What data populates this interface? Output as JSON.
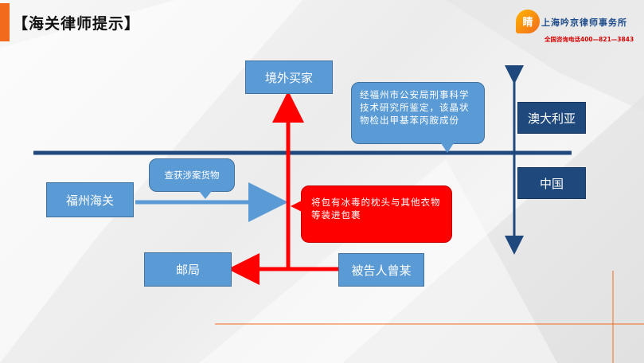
{
  "header": {
    "title": "【海关律师提示】"
  },
  "logo": {
    "mark_text": "睛",
    "firm_name": "上海吟京律师事务所",
    "phone": "全国咨询电话400—821—3843"
  },
  "diagram": {
    "foreign_buyer": "境外买家",
    "fuzhou_customs": "福州海关",
    "post_office": "邮局",
    "defendant": "被告人曾某",
    "australia": "澳大利亚",
    "china": "中国",
    "callout_seized": "查获涉案货物",
    "callout_lab": "经福州市公安局刑事科学技术研究所鉴定，该晶状物检出甲基苯丙胺成份",
    "callout_package": "将包有冰毒的枕头与其他衣物等装进包裹"
  },
  "colors": {
    "accent_orange": "#f26b1d",
    "box_blue": "#5b9bd5",
    "box_dark": "#1f497d",
    "arrow_red": "#ff0000",
    "line_navy": "#1f497d"
  }
}
